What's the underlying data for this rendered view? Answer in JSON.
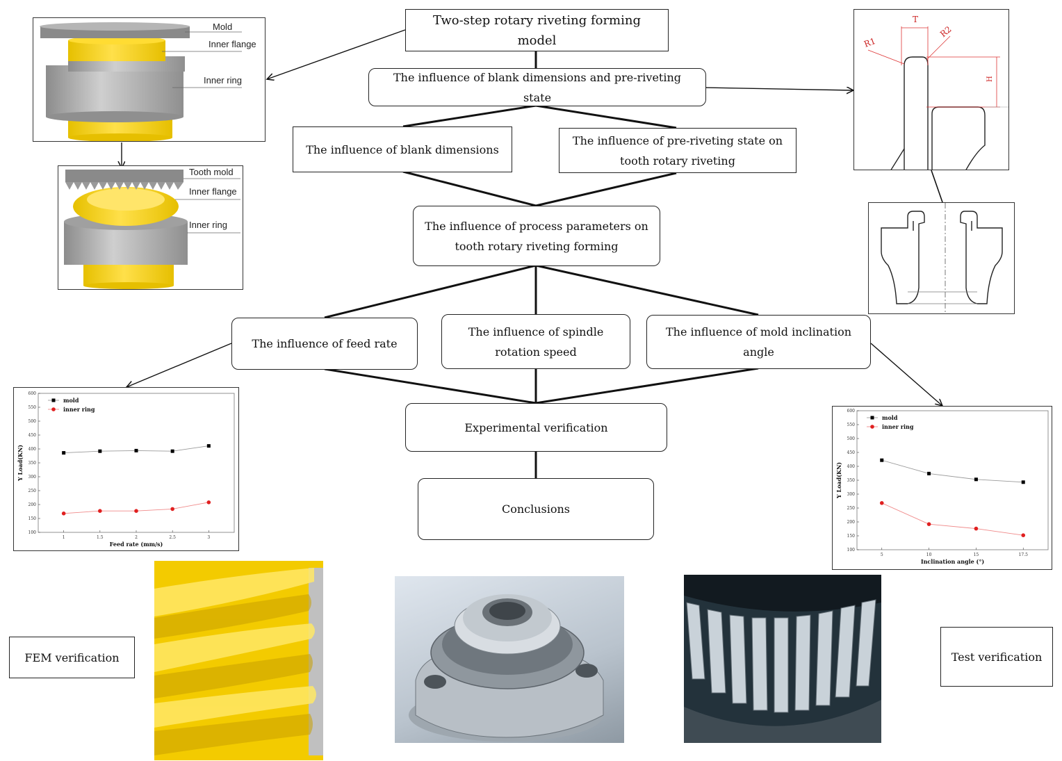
{
  "flow": {
    "top": "Two-step rotary riveting forming model",
    "blank_prerivet": "The influence of blank dimensions and pre-riveting state",
    "blank": "The influence of blank dimensions",
    "prerivet_l1": "The influence of pre-riveting state on",
    "prerivet_l2": "tooth rotary riveting",
    "process_l1": "The influence of process parameters on",
    "process_l2": "tooth rotary riveting forming",
    "feed": "The influence of feed rate",
    "spindle_l1": "The influence of spindle",
    "spindle_l2": "rotation speed",
    "incl_l1": "The influence of mold inclination",
    "incl_l2": "angle",
    "experiment": "Experimental verification",
    "conclusions": "Conclusions",
    "fem": "FEM verification",
    "test": "Test verification"
  },
  "model_labels": {
    "mold": "Mold",
    "inner_flange": "Inner flange",
    "inner_ring": "Inner ring",
    "tooth_mold": "Tooth mold"
  },
  "drawing_labels": {
    "r1": "R1",
    "r2": "R2",
    "t": "T",
    "h": "H"
  },
  "colors": {
    "yellow": "#f4cf00",
    "gray": "#a9a9a9",
    "mold_series": "#000000",
    "ring_series": "#e02020"
  },
  "chart_data": [
    {
      "type": "line",
      "xlabel": "Feed rate (mm/s)",
      "ylabel": "Y Load(KN)",
      "categories": [
        "1",
        "1.5",
        "2",
        "2.5",
        "3"
      ],
      "ylim": [
        100,
        600
      ],
      "yticks": [
        "100",
        "150",
        "200",
        "250",
        "300",
        "350",
        "400",
        "450",
        "500",
        "550",
        "600"
      ],
      "legend": "top-left",
      "series": [
        {
          "name": "mold",
          "values": [
            386,
            392,
            394,
            392,
            411
          ]
        },
        {
          "name": "inner ring",
          "values": [
            168,
            177,
            177,
            184,
            208
          ]
        }
      ]
    },
    {
      "type": "line",
      "xlabel": "Inclination angle (°)",
      "ylabel": "Y Load(KN)",
      "categories": [
        "5",
        "10",
        "15",
        "17.5"
      ],
      "ylim": [
        100,
        600
      ],
      "yticks": [
        "100",
        "150",
        "200",
        "250",
        "300",
        "350",
        "400",
        "450",
        "500",
        "550",
        "600"
      ],
      "legend": "top-left",
      "series": [
        {
          "name": "mold",
          "values": [
            422,
            374,
            353,
            343
          ]
        },
        {
          "name": "inner ring",
          "values": [
            268,
            192,
            176,
            152
          ]
        }
      ]
    }
  ]
}
